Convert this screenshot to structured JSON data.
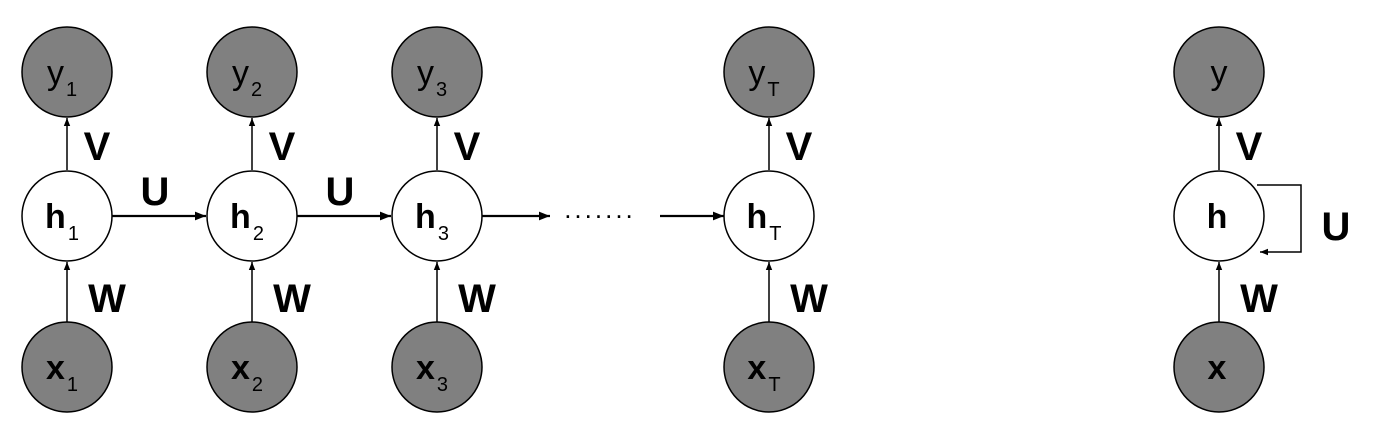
{
  "unrolled": {
    "steps": [
      {
        "y_label": "y",
        "y_sub": "1",
        "h_label": "h",
        "h_sub": "1",
        "x_label": "x",
        "x_sub": "1",
        "v_label": "V",
        "w_label": "W"
      },
      {
        "y_label": "y",
        "y_sub": "2",
        "h_label": "h",
        "h_sub": "2",
        "x_label": "x",
        "x_sub": "2",
        "v_label": "V",
        "w_label": "W"
      },
      {
        "y_label": "y",
        "y_sub": "3",
        "h_label": "h",
        "h_sub": "3",
        "x_label": "x",
        "x_sub": "3",
        "v_label": "V",
        "w_label": "W"
      },
      {
        "y_label": "y",
        "y_sub": "T",
        "h_label": "h",
        "h_sub": "T",
        "x_label": "x",
        "x_sub": "T",
        "v_label": "V",
        "w_label": "W"
      }
    ],
    "u_labels": [
      "U",
      "U"
    ],
    "ellipsis": "......."
  },
  "folded": {
    "y_label": "y",
    "h_label": "h",
    "x_label": "x",
    "v_label": "V",
    "w_label": "W",
    "u_label": "U"
  },
  "colors": {
    "io_node_fill": "#808080",
    "hidden_node_fill": "#ffffff",
    "stroke": "#000000"
  }
}
